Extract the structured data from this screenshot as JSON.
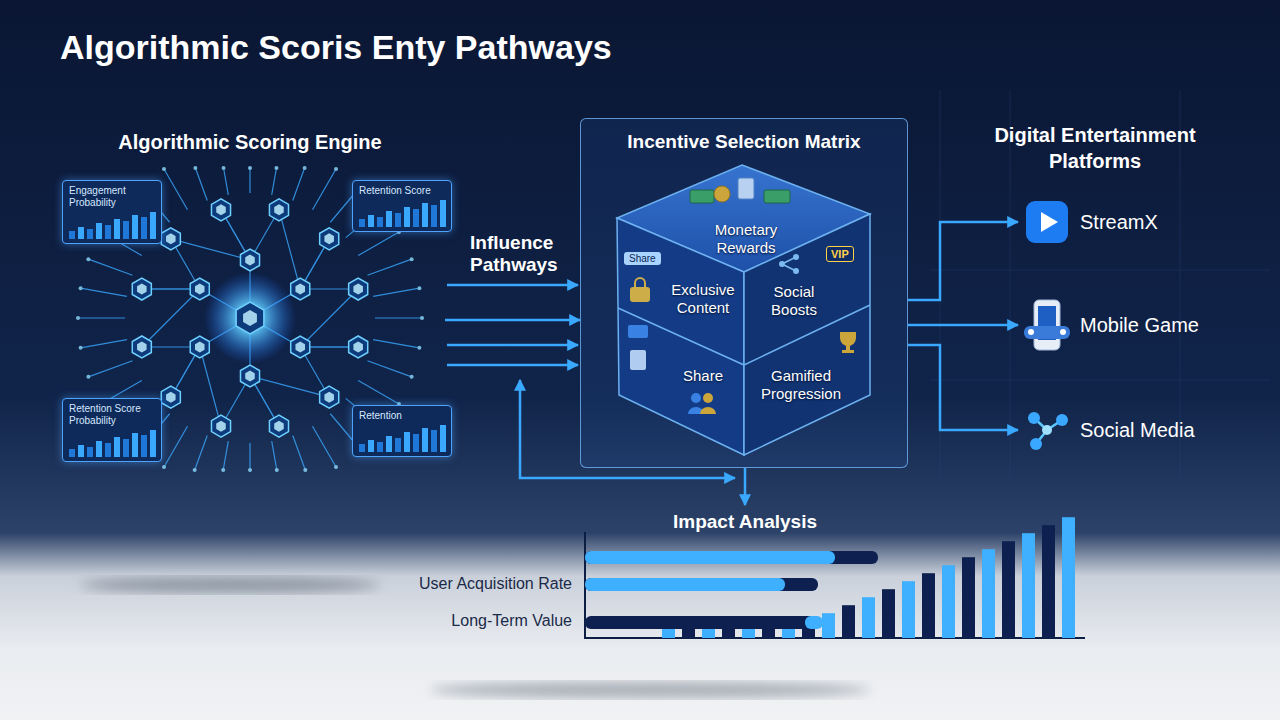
{
  "diagram": {
    "title": "Algorithmic Scoris Enty Pathways",
    "nodes": [
      {
        "text": [
          "Algorithmic Scoring Engine"
        ]
      },
      {
        "text": [
          "Engagement Probability"
        ],
        "in": 0
      },
      {
        "text": [
          "Retention Score"
        ],
        "in": 0
      },
      {
        "text": [
          "Retention Score Probability"
        ],
        "in": 0
      },
      {
        "text": [
          "Retention"
        ],
        "in": 0
      },
      {
        "text": [
          "Incentive Selection Matrix"
        ]
      },
      {
        "text": [
          "Monetary Rewards"
        ],
        "in": 5
      },
      {
        "text": [
          "Exclusive Content"
        ],
        "in": 5
      },
      {
        "text": [
          "Social Boosts"
        ],
        "in": 5
      },
      {
        "text": [
          "Share"
        ],
        "in": 5
      },
      {
        "text": [
          "Gamified Progression"
        ],
        "in": 5
      },
      {
        "text": [
          "Digital Entertainment Platforms"
        ]
      },
      {
        "text": [
          "StreamX"
        ],
        "in": 11
      },
      {
        "text": [
          "Mobile Game"
        ],
        "in": 11
      },
      {
        "text": [
          "Social Media"
        ],
        "in": 11
      },
      {
        "text": [
          "Impact Analysis"
        ]
      }
    ],
    "edges": [
      {
        "from": 0,
        "to": 5,
        "arrow": "to",
        "label": "Influence Pathways"
      },
      {
        "from": 5,
        "to": 12,
        "arrow": "to"
      },
      {
        "from": 5,
        "to": 13,
        "arrow": "to"
      },
      {
        "from": 5,
        "to": 14,
        "arrow": "to"
      },
      {
        "from": 5,
        "to": 15,
        "arrow": "to"
      }
    ],
    "labels": [
      "Share",
      "VIP",
      "User Acquisition Rate",
      "Long-Term Value"
    ]
  }
}
